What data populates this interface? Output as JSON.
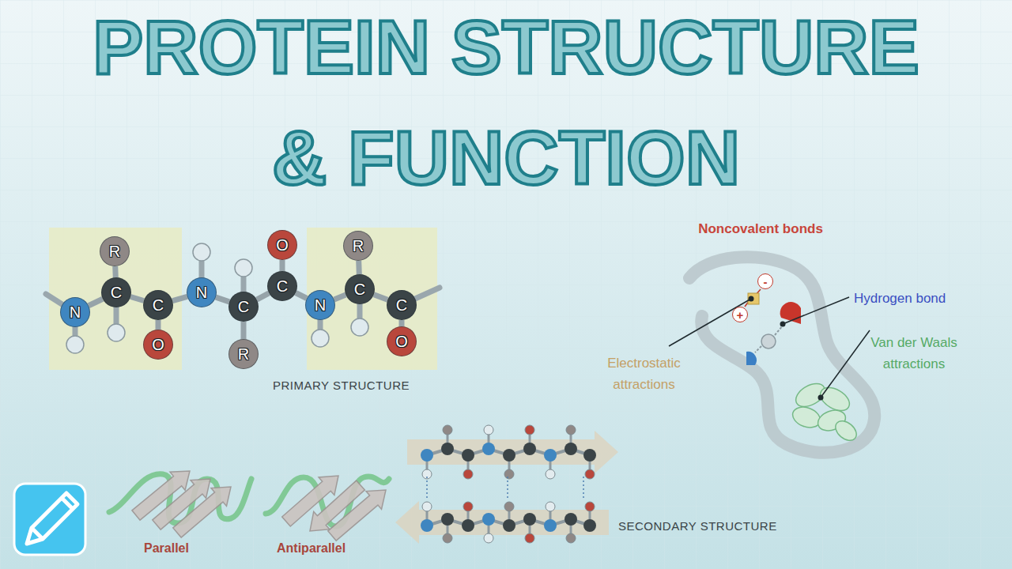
{
  "diagram": {
    "title": "PROTEIN STRUCTURE & FUNCTION",
    "nodes": [
      {
        "text": [
          "N"
        ]
      },
      {
        "text": [
          "R"
        ]
      },
      {
        "text": [
          "C"
        ]
      },
      {
        "text": [
          "C"
        ]
      },
      {
        "text": [
          "O"
        ]
      },
      {
        "text": [
          "N"
        ]
      },
      {
        "text": [
          "C"
        ]
      },
      {
        "text": [
          "R"
        ]
      },
      {
        "text": [
          "O"
        ]
      },
      {
        "text": [
          "C"
        ]
      },
      {
        "text": [
          "N"
        ]
      },
      {
        "text": [
          "R"
        ]
      },
      {
        "text": [
          "C"
        ]
      },
      {
        "text": [
          "C"
        ]
      },
      {
        "text": [
          "O"
        ]
      },
      {
        "text": [
          "-"
        ]
      },
      {
        "text": [
          "+"
        ]
      }
    ],
    "edges": [
      {
        "from": 0,
        "to": 2,
        "arrow": "none"
      },
      {
        "from": 2,
        "to": 1,
        "arrow": "none"
      },
      {
        "from": 2,
        "to": 3,
        "arrow": "none"
      },
      {
        "from": 3,
        "to": 4,
        "arrow": "none"
      },
      {
        "from": 3,
        "to": 5,
        "arrow": "none"
      },
      {
        "from": 5,
        "to": 6,
        "arrow": "none"
      },
      {
        "from": 6,
        "to": 7,
        "arrow": "none"
      },
      {
        "from": 6,
        "to": 9,
        "arrow": "none"
      },
      {
        "from": 9,
        "to": 8,
        "arrow": "none"
      },
      {
        "from": 9,
        "to": 10,
        "arrow": "none"
      },
      {
        "from": 10,
        "to": 12,
        "arrow": "none"
      },
      {
        "from": 12,
        "to": 11,
        "arrow": "none"
      },
      {
        "from": 12,
        "to": 13,
        "arrow": "none"
      },
      {
        "from": 13,
        "to": 14,
        "arrow": "none"
      }
    ],
    "labels": [
      "PRIMARY STRUCTURE",
      "Noncovalent bonds",
      "Hydrogen bond",
      "Electrostatic attractions",
      "Van der Waals attractions",
      "Parallel",
      "Antiparallel",
      "SECONDARY STRUCTURE"
    ]
  }
}
